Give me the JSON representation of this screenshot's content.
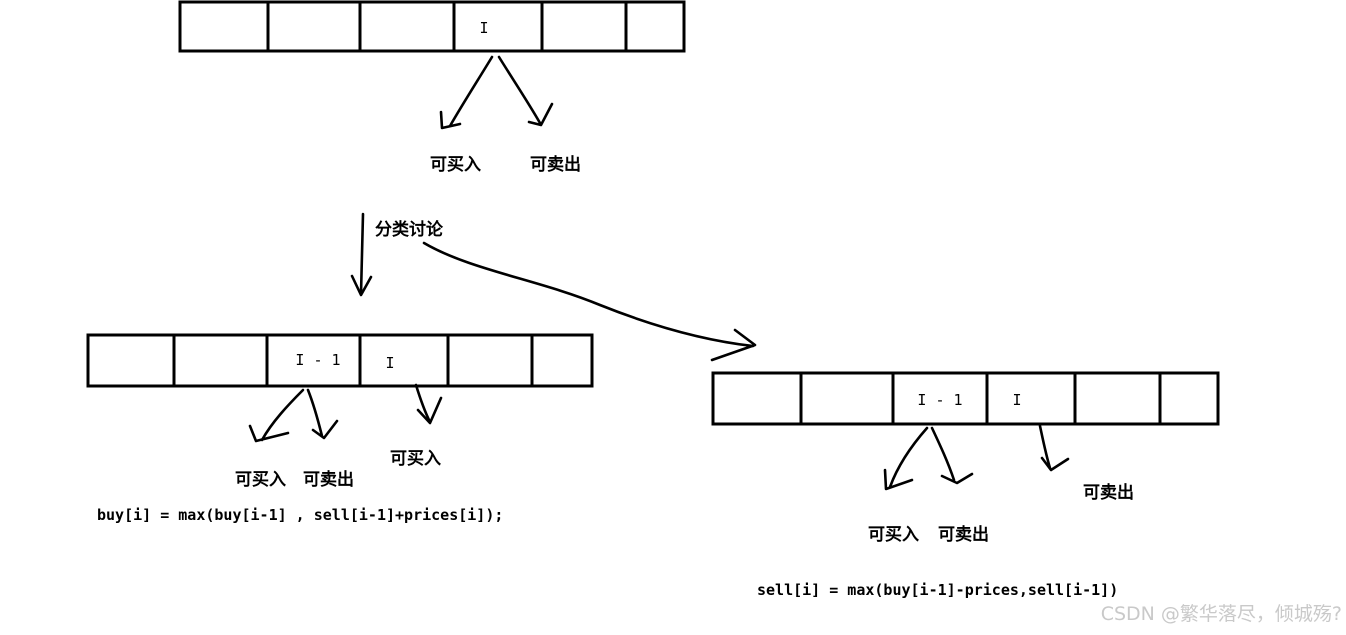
{
  "top": {
    "cells": [
      "",
      "",
      "",
      "I",
      "",
      ""
    ],
    "labels": [
      "可买入",
      "可卖出"
    ]
  },
  "split_label": "分类讨论",
  "left": {
    "cells": [
      "",
      "",
      "I - 1",
      "I",
      "",
      ""
    ],
    "labels": [
      "可买入",
      "可卖出",
      "可买入"
    ],
    "formula": "buy[i] = max(buy[i-1] , sell[i-1]+prices[i]);"
  },
  "right": {
    "cells": [
      "",
      "",
      "I - 1",
      "I",
      "",
      ""
    ],
    "labels": [
      "可买入",
      "可卖出",
      "可卖出"
    ],
    "formula": "sell[i] = max(buy[i-1]-prices,sell[i-1])"
  },
  "watermark": "CSDN @繁华落尽，倾城殇?"
}
